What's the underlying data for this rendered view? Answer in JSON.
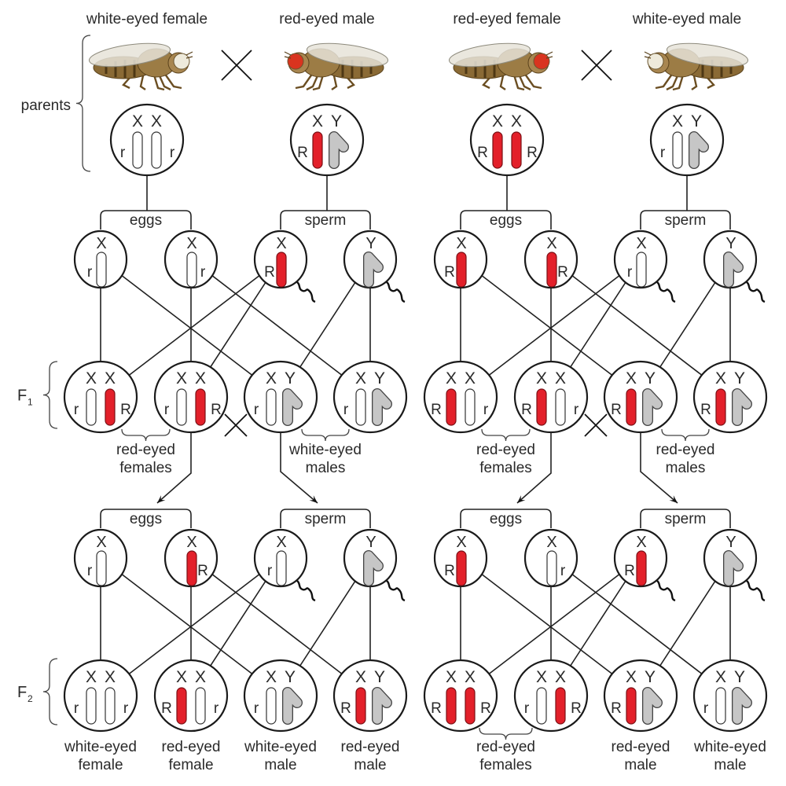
{
  "side_labels": {
    "parents": "parents",
    "f1": "F",
    "f1_sub": "1",
    "f2": "F",
    "f2_sub": "2"
  },
  "colors": {
    "dominant": "#e3202a",
    "recessive": "#ffffff",
    "y_chromosome": "#c6c6c6",
    "line": "#222222",
    "fly_body": "#9c7c45",
    "red_eye": "#d9341f",
    "white_eye": "#eeeadb"
  },
  "crosses": [
    {
      "parents": [
        {
          "label": "white-eyed female",
          "eye_color": "white",
          "cell": [
            {
              "c": "X",
              "a": "r"
            },
            {
              "c": "X",
              "a": "r"
            }
          ]
        },
        {
          "label": "red-eyed male",
          "eye_color": "red",
          "cell": [
            {
              "c": "X",
              "a": "R"
            },
            {
              "c": "Y",
              "a": ""
            }
          ]
        }
      ],
      "p_gametes": {
        "eggs_label": "eggs",
        "sperm_label": "sperm",
        "eggs": [
          {
            "c": "X",
            "a": "r"
          },
          {
            "c": "X",
            "a": "r"
          }
        ],
        "sperm": [
          {
            "c": "X",
            "a": "R"
          },
          {
            "c": "Y",
            "a": ""
          }
        ]
      },
      "f1": {
        "offspring": [
          {
            "cell": [
              {
                "c": "X",
                "a": "r"
              },
              {
                "c": "X",
                "a": "R"
              }
            ],
            "from": [
              0,
              0
            ]
          },
          {
            "cell": [
              {
                "c": "X",
                "a": "r"
              },
              {
                "c": "X",
                "a": "R"
              }
            ],
            "from": [
              1,
              0
            ]
          },
          {
            "cell": [
              {
                "c": "X",
                "a": "r"
              },
              {
                "c": "Y",
                "a": ""
              }
            ],
            "from": [
              0,
              1
            ]
          },
          {
            "cell": [
              {
                "c": "X",
                "a": "r"
              },
              {
                "c": "Y",
                "a": ""
              }
            ],
            "from": [
              1,
              1
            ]
          }
        ],
        "groups": [
          {
            "lines": [
              "red-eyed",
              "females"
            ],
            "members": [
              0,
              1
            ],
            "brace": true
          },
          {
            "lines": [
              "white-eyed",
              "males"
            ],
            "members": [
              2,
              3
            ],
            "brace": true
          }
        ]
      },
      "f2_gametes": {
        "eggs_label": "eggs",
        "sperm_label": "sperm",
        "eggs": [
          {
            "c": "X",
            "a": "r"
          },
          {
            "c": "X",
            "a": "R"
          }
        ],
        "sperm": [
          {
            "c": "X",
            "a": "r"
          },
          {
            "c": "Y",
            "a": ""
          }
        ]
      },
      "f2": {
        "offspring": [
          {
            "cell": [
              {
                "c": "X",
                "a": "r"
              },
              {
                "c": "X",
                "a": "r"
              }
            ],
            "from": [
              0,
              0
            ]
          },
          {
            "cell": [
              {
                "c": "X",
                "a": "R"
              },
              {
                "c": "X",
                "a": "r"
              }
            ],
            "from": [
              1,
              0
            ]
          },
          {
            "cell": [
              {
                "c": "X",
                "a": "r"
              },
              {
                "c": "Y",
                "a": ""
              }
            ],
            "from": [
              0,
              1
            ]
          },
          {
            "cell": [
              {
                "c": "X",
                "a": "R"
              },
              {
                "c": "Y",
                "a": ""
              }
            ],
            "from": [
              1,
              1
            ]
          }
        ],
        "groups": [
          {
            "lines": [
              "white-eyed",
              "female"
            ],
            "members": [
              0
            ],
            "brace": false
          },
          {
            "lines": [
              "red-eyed",
              "female"
            ],
            "members": [
              1
            ],
            "brace": false
          },
          {
            "lines": [
              "white-eyed",
              "male"
            ],
            "members": [
              2
            ],
            "brace": false
          },
          {
            "lines": [
              "red-eyed",
              "male"
            ],
            "members": [
              3
            ],
            "brace": false
          }
        ]
      }
    },
    {
      "parents": [
        {
          "label": "red-eyed female",
          "eye_color": "red",
          "cell": [
            {
              "c": "X",
              "a": "R"
            },
            {
              "c": "X",
              "a": "R"
            }
          ]
        },
        {
          "label": "white-eyed male",
          "eye_color": "white",
          "cell": [
            {
              "c": "X",
              "a": "r"
            },
            {
              "c": "Y",
              "a": ""
            }
          ]
        }
      ],
      "p_gametes": {
        "eggs_label": "eggs",
        "sperm_label": "sperm",
        "eggs": [
          {
            "c": "X",
            "a": "R"
          },
          {
            "c": "X",
            "a": "R"
          }
        ],
        "sperm": [
          {
            "c": "X",
            "a": "r"
          },
          {
            "c": "Y",
            "a": ""
          }
        ]
      },
      "f1": {
        "offspring": [
          {
            "cell": [
              {
                "c": "X",
                "a": "R"
              },
              {
                "c": "X",
                "a": "r"
              }
            ],
            "from": [
              0,
              0
            ]
          },
          {
            "cell": [
              {
                "c": "X",
                "a": "R"
              },
              {
                "c": "X",
                "a": "r"
              }
            ],
            "from": [
              1,
              0
            ]
          },
          {
            "cell": [
              {
                "c": "X",
                "a": "R"
              },
              {
                "c": "Y",
                "a": ""
              }
            ],
            "from": [
              0,
              1
            ]
          },
          {
            "cell": [
              {
                "c": "X",
                "a": "R"
              },
              {
                "c": "Y",
                "a": ""
              }
            ],
            "from": [
              1,
              1
            ]
          }
        ],
        "groups": [
          {
            "lines": [
              "red-eyed",
              "females"
            ],
            "members": [
              0,
              1
            ],
            "brace": true
          },
          {
            "lines": [
              "red-eyed",
              "males"
            ],
            "members": [
              2,
              3
            ],
            "brace": true
          }
        ]
      },
      "f2_gametes": {
        "eggs_label": "eggs",
        "sperm_label": "sperm",
        "eggs": [
          {
            "c": "X",
            "a": "R"
          },
          {
            "c": "X",
            "a": "r"
          }
        ],
        "sperm": [
          {
            "c": "X",
            "a": "R"
          },
          {
            "c": "Y",
            "a": ""
          }
        ]
      },
      "f2": {
        "offspring": [
          {
            "cell": [
              {
                "c": "X",
                "a": "R"
              },
              {
                "c": "X",
                "a": "R"
              }
            ],
            "from": [
              0,
              0
            ]
          },
          {
            "cell": [
              {
                "c": "X",
                "a": "r"
              },
              {
                "c": "X",
                "a": "R"
              }
            ],
            "from": [
              1,
              0
            ]
          },
          {
            "cell": [
              {
                "c": "X",
                "a": "R"
              },
              {
                "c": "Y",
                "a": ""
              }
            ],
            "from": [
              0,
              1
            ]
          },
          {
            "cell": [
              {
                "c": "X",
                "a": "r"
              },
              {
                "c": "Y",
                "a": ""
              }
            ],
            "from": [
              1,
              1
            ]
          }
        ],
        "groups": [
          {
            "lines": [
              "red-eyed",
              "females"
            ],
            "members": [
              0,
              1
            ],
            "brace": true
          },
          {
            "lines": [
              "red-eyed",
              "male"
            ],
            "members": [
              2
            ],
            "brace": false
          },
          {
            "lines": [
              "white-eyed",
              "male"
            ],
            "members": [
              3
            ],
            "brace": false
          }
        ]
      }
    }
  ]
}
